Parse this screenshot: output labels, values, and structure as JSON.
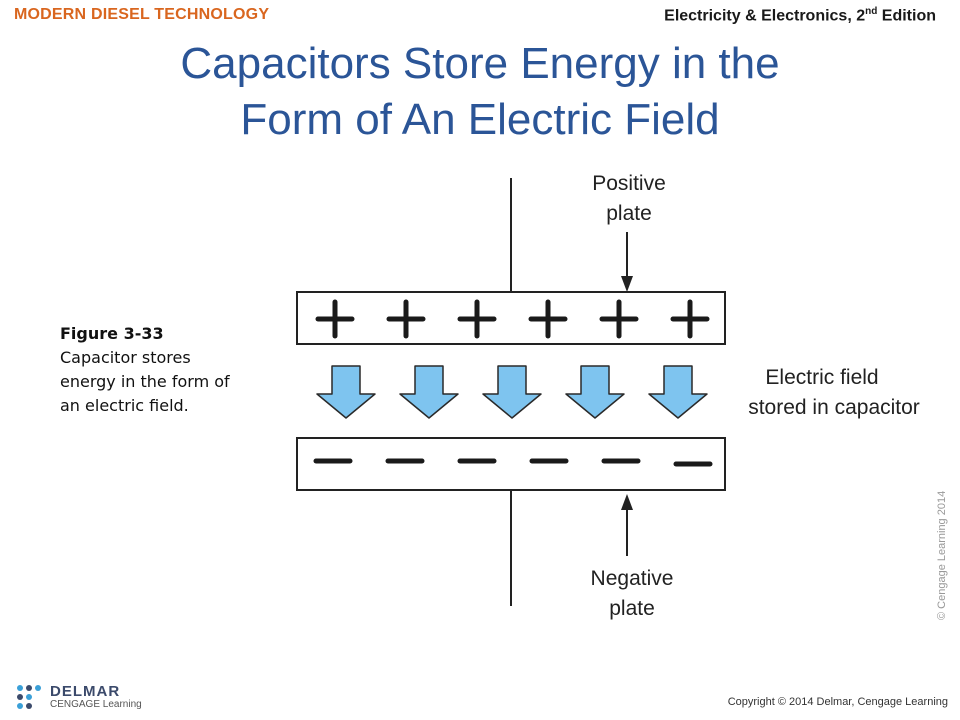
{
  "header": {
    "left": "MODERN DIESEL TECHNOLOGY",
    "right_main": "Electricity & Electronics, 2",
    "right_sup": "nd",
    "right_end": " Edition"
  },
  "title": {
    "line1": "Capacitors Store Energy in the",
    "line2": "Form of An Electric Field"
  },
  "caption": {
    "figure": "Figure 3-33",
    "text": "Capacitor stores energy in the form of an electric field."
  },
  "diagram": {
    "positive_label_1": "Positive",
    "positive_label_2": "plate",
    "negative_label_1": "Negative",
    "negative_label_2": "plate",
    "field_label_1": "Electric field",
    "field_label_2": "stored in capacitor",
    "plus_count": 6,
    "minus_count": 6,
    "arrow_count": 5,
    "arrow_fill": "#7ec4ef",
    "arrow_stroke": "#2a2a2a"
  },
  "side_copyright": "© Cengage Learning 2014",
  "logo": {
    "brand": "DELMAR",
    "sub": "CENGAGE Learning"
  },
  "footer": {
    "copyright": "Copyright © 2014 Delmar, Cengage Learning"
  },
  "colors": {
    "title": "#2b5597",
    "header_left": "#d9661f"
  }
}
